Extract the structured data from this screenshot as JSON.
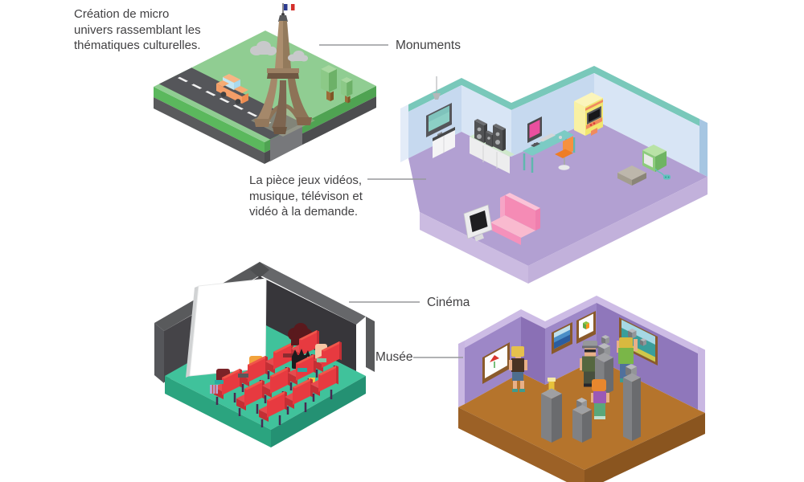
{
  "annotations": {
    "intro": {
      "lines": [
        "Création de micro",
        "univers rassemblant les",
        "thématiques culturelles."
      ]
    },
    "monuments": {
      "label": "Monuments"
    },
    "games_room": {
      "lines": [
        "La pièce jeux vidéos,",
        "musique, télévison et",
        "vidéo à la demande."
      ]
    },
    "cinema": {
      "label": "Cinéma"
    },
    "museum": {
      "label": "Musée"
    }
  },
  "palette": {
    "text": "#414042",
    "leader_line": "#97999c",
    "grass": "#90cd92",
    "grass_side": "#5bb85d",
    "tile_base": "#58595b",
    "road": "#55565a",
    "eiffel_tan": "#a5886a",
    "flag_blue": "#2b3a8f",
    "flag_red": "#d42e2a",
    "room_trim_teal": "#79c8ba",
    "room_wall_blue": "#c6d9ef",
    "room_floor_purple": "#b2a0d2",
    "sofa_pink": "#f58bb5",
    "arcade_yellow": "#f2e76e",
    "accent_orange": "#f6913e",
    "monitor_pink": "#ea4f9f",
    "cinema_wall_dark": "#414042",
    "cinema_floor_teal": "#40c29b",
    "seat_red": "#e73a40",
    "screen_white": "#ffffff",
    "museum_wall_purple": "#9d87c7",
    "museum_trim": "#cdbce5",
    "museum_floor_brown": "#b5742c",
    "frame_brown": "#8a5a2b"
  },
  "scenes": {
    "monuments": {
      "objects": [
        "eiffel-tower",
        "french-flag",
        "road",
        "car",
        "clouds",
        "trees",
        "grass-tile"
      ]
    },
    "games_room": {
      "objects": [
        "wall-tv",
        "tv-cabinet",
        "pendant-lamp",
        "stereo-speakers",
        "stereo-cabinet",
        "computer-desk",
        "computer-monitor",
        "keyboard",
        "mouse",
        "desk-chair",
        "arcade-machine",
        "sofa",
        "floor-tv",
        "game-console",
        "portable-tv",
        "game-controller"
      ]
    },
    "cinema": {
      "objects": [
        "movie-screen",
        "cinema-seats",
        "audience",
        "popcorn"
      ]
    },
    "museum": {
      "objects": [
        "flower-painting",
        "seascape-painting",
        "cube-painting",
        "landscape-painting",
        "pedestals",
        "sculptures",
        "trophy",
        "visitors"
      ]
    }
  }
}
